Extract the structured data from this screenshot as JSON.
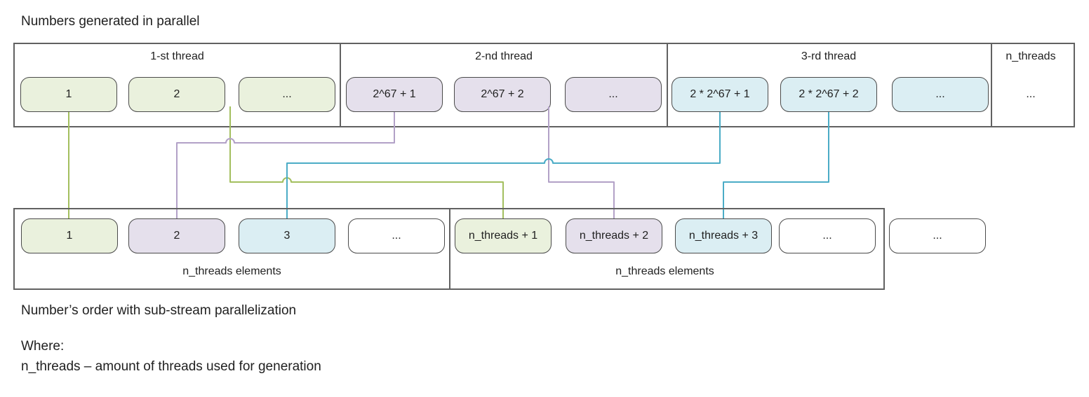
{
  "title": "Numbers generated in parallel",
  "top_panel": {
    "threads": [
      {
        "label": "1-st thread",
        "boxes": [
          "1",
          "2",
          "..."
        ]
      },
      {
        "label": "2-nd thread",
        "boxes": [
          "2^67 + 1",
          "2^67 + 2",
          "..."
        ]
      },
      {
        "label": "3-rd thread",
        "boxes": [
          "2 * 2^67 + 1",
          "2 * 2^67 + 2",
          "..."
        ]
      },
      {
        "label": "n_threads",
        "boxes": [
          "..."
        ]
      }
    ]
  },
  "bottom_panel": {
    "groups": [
      {
        "boxes": [
          "1",
          "2",
          "3",
          "..."
        ],
        "label": "n_threads elements"
      },
      {
        "boxes": [
          "n_threads + 1",
          "n_threads + 2",
          "n_threads + 3",
          "..."
        ],
        "label": "n_threads elements"
      }
    ],
    "overflow_box": "..."
  },
  "captions": {
    "order": "Number’s order with sub-stream parallelization",
    "where": "Where:",
    "definition": "n_threads – amount of threads used for generation"
  },
  "colors": {
    "thread1_fill": "#eaf1dd",
    "thread2_fill": "#e5e0ec",
    "thread3_fill": "#dbeef3",
    "connector_green": "#a3bf5e",
    "connector_purple": "#b2a1c7",
    "connector_cyan": "#4bacc6"
  }
}
